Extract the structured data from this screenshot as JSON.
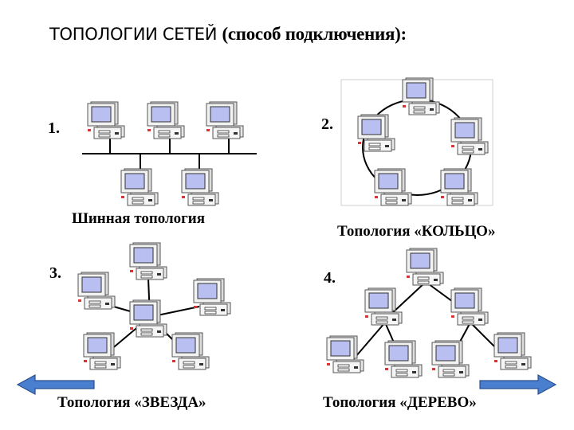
{
  "title": {
    "part1": "ТОПОЛОГИИ СЕТЕЙ ",
    "part2": "(способ подключения):"
  },
  "sections": [
    {
      "number": "1.",
      "caption": "Шинная топология"
    },
    {
      "number": "2.",
      "caption": "Топология «КОЛЬЦО»"
    },
    {
      "number": "3.",
      "caption": ""
    },
    {
      "number": "4.",
      "caption": ""
    }
  ],
  "bottom_captions": {
    "star": "Топология «ЗВЕЗДА»",
    "tree": "Топология «ДЕРЕВО»"
  },
  "colors": {
    "screen": "#b9bff0",
    "computer_body": "#e0e0e0",
    "link": "#000000",
    "arrow_fill": "#4a7fd0",
    "arrow_stroke": "#2a4f90",
    "ring_outline": "#cfcfcf"
  },
  "icons": [
    "computer-icon",
    "arrow-left-icon",
    "arrow-right-icon"
  ]
}
